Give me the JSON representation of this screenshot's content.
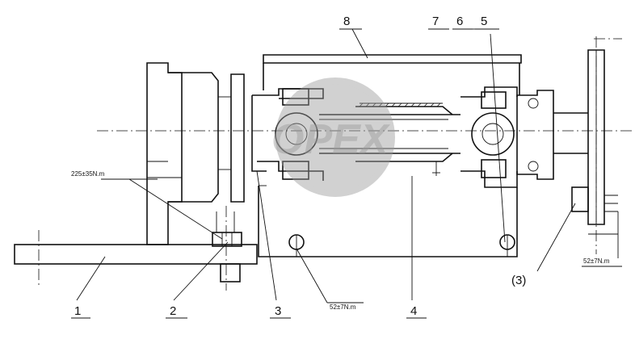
{
  "callouts": {
    "c1": "1",
    "c2": "2",
    "c3": "3",
    "c4": "4",
    "c5": "5",
    "c6": "6",
    "c7": "7",
    "c8": "8",
    "c3b": "(3)"
  },
  "torques": {
    "t1": "225±35N.m",
    "t2": "52±7N.m",
    "t3": "52±7N.m"
  },
  "watermark": {
    "text": "OPEX"
  }
}
